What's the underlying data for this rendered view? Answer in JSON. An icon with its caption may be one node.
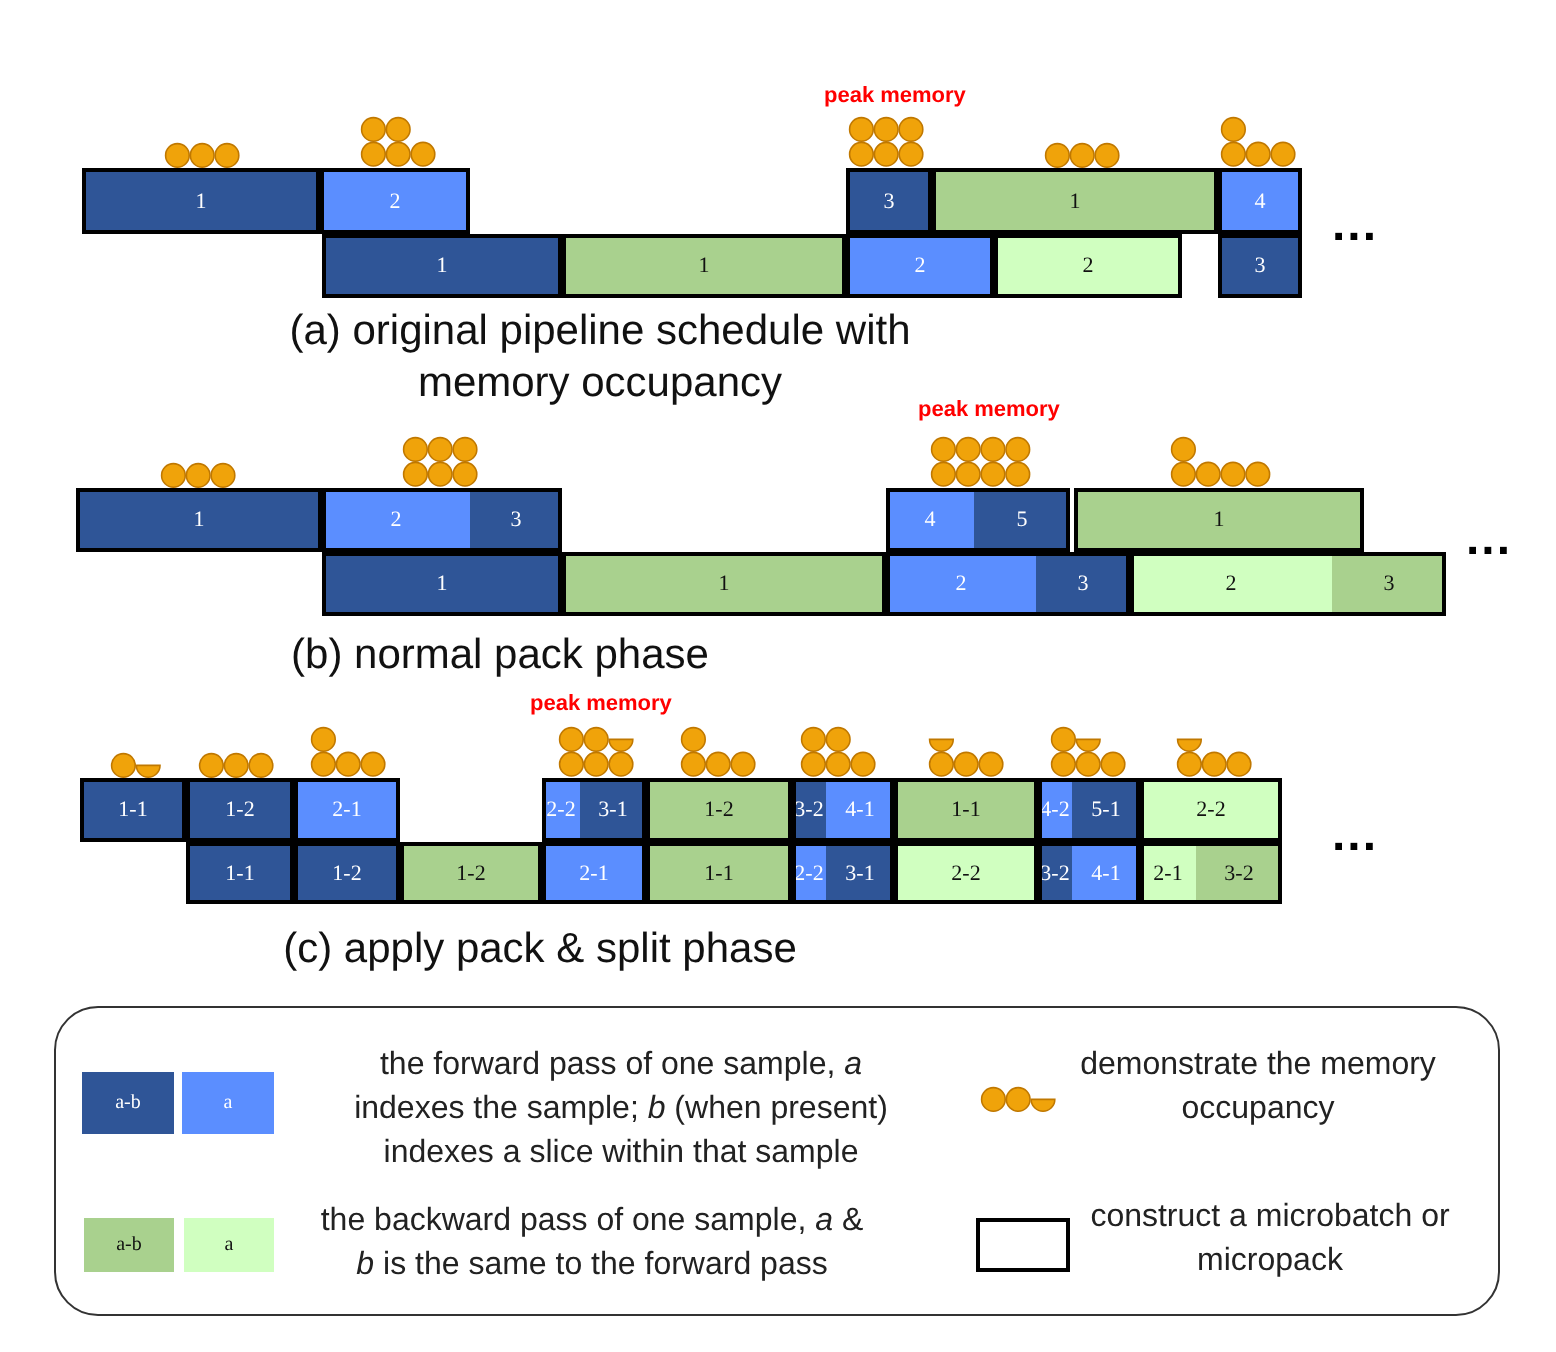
{
  "diagram": {
    "nodes": [
      {
        "text": [
          "1"
        ]
      },
      {
        "text": [
          "2"
        ]
      },
      {
        "text": [
          "3"
        ]
      },
      {
        "text": [
          "1"
        ]
      },
      {
        "text": [
          "4"
        ]
      },
      {
        "text": [
          "1"
        ]
      },
      {
        "text": [
          "1"
        ]
      },
      {
        "text": [
          "2"
        ]
      },
      {
        "text": [
          "2"
        ]
      },
      {
        "text": [
          "3"
        ]
      },
      {
        "text": [
          "1"
        ]
      },
      {
        "text": [],
        "shape": "box"
      },
      {
        "text": [
          "2"
        ],
        "in": 11
      },
      {
        "text": [
          "3"
        ],
        "in": 11
      },
      {
        "text": [],
        "shape": "box"
      },
      {
        "text": [
          "4"
        ],
        "in": 14
      },
      {
        "text": [
          "5"
        ],
        "in": 14
      },
      {
        "text": [
          "1"
        ]
      },
      {
        "text": [
          "1"
        ]
      },
      {
        "text": [
          "1"
        ]
      },
      {
        "text": [],
        "shape": "box"
      },
      {
        "text": [
          "2"
        ],
        "in": 20
      },
      {
        "text": [
          "3"
        ],
        "in": 20
      },
      {
        "text": [],
        "shape": "box"
      },
      {
        "text": [
          "2"
        ],
        "in": 23
      },
      {
        "text": [
          "3"
        ],
        "in": 23
      },
      {
        "text": [
          "1-1"
        ]
      },
      {
        "text": [
          "1-2"
        ]
      },
      {
        "text": [
          "2-1"
        ]
      },
      {
        "text": [],
        "shape": "box"
      },
      {
        "text": [
          "2-2"
        ],
        "in": 29
      },
      {
        "text": [
          "3-1"
        ],
        "in": 29
      },
      {
        "text": [
          "1-2"
        ]
      },
      {
        "text": [],
        "shape": "box"
      },
      {
        "text": [
          "3-2"
        ],
        "in": 33
      },
      {
        "text": [
          "4-1"
        ],
        "in": 33
      },
      {
        "text": [
          "1-1"
        ]
      },
      {
        "text": [],
        "shape": "box"
      },
      {
        "text": [
          "4-2"
        ],
        "in": 37
      },
      {
        "text": [
          "5-1"
        ],
        "in": 37
      },
      {
        "text": [
          "2-2"
        ]
      },
      {
        "text": [
          "1-1"
        ]
      },
      {
        "text": [
          "1-2"
        ]
      },
      {
        "text": [
          "1-2"
        ]
      },
      {
        "text": [
          "2-1"
        ]
      },
      {
        "text": [
          "1-1"
        ]
      },
      {
        "text": [],
        "shape": "box"
      },
      {
        "text": [
          "2-2"
        ],
        "in": 46
      },
      {
        "text": [
          "3-1"
        ],
        "in": 46
      },
      {
        "text": [
          "2-2"
        ]
      },
      {
        "text": [],
        "shape": "box"
      },
      {
        "text": [
          "3-2"
        ],
        "in": 50
      },
      {
        "text": [
          "4-1"
        ],
        "in": 50
      },
      {
        "text": [],
        "shape": "box"
      },
      {
        "text": [
          "2-1"
        ],
        "in": 53
      },
      {
        "text": [
          "3-2"
        ],
        "in": 53
      },
      {
        "text": [
          "a-b"
        ]
      },
      {
        "text": [
          "a"
        ]
      },
      {
        "text": [
          "a-b"
        ]
      },
      {
        "text": [
          "a"
        ]
      }
    ],
    "labels": [
      "peak memory",
      "...",
      "(a) original pipeline schedule with memory occupancy",
      "peak memory",
      "...",
      "(b) normal pack phase",
      "peak memory",
      "...",
      "(c) apply pack & split phase"
    ],
    "legend": [
      {
        "text": "the forward pass of one sample, *a* indexes the sample; *b* (when present) indexes a slice within that sample"
      },
      {
        "text": "demonstrate the memory occupancy"
      },
      {
        "text": "the backward pass of one sample, *a* & *b* is the same to the forward pass"
      },
      {
        "text": "construct a microbatch or micropack"
      }
    ]
  }
}
